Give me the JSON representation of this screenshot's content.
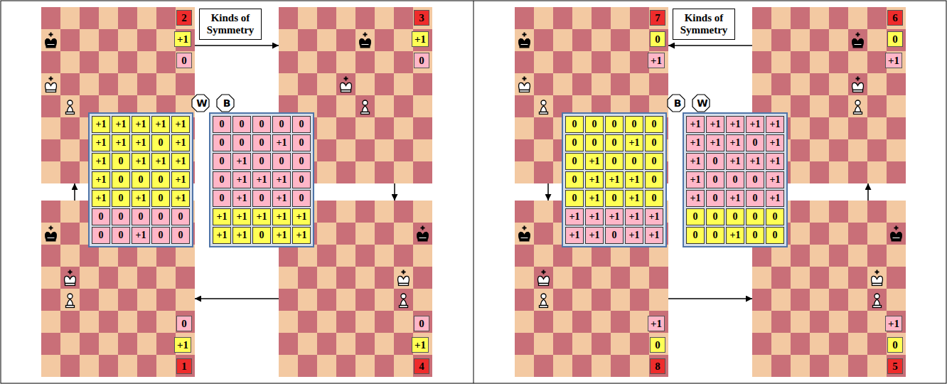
{
  "diagram": {
    "nodes": [
      {
        "text": [
          "2",
          "+1",
          "0"
        ]
      },
      {
        "text": [
          "Kinds of Symmetry"
        ]
      },
      {
        "text": [
          "3",
          "+1",
          "0"
        ]
      },
      {
        "text": [
          "W"
        ]
      },
      {
        "text": [
          "B"
        ]
      },
      {
        "text": [
          "0",
          "+1",
          "1"
        ]
      },
      {
        "text": [
          "0",
          "+1",
          "4"
        ]
      },
      {
        "text": [
          "7",
          "0",
          "+1"
        ]
      },
      {
        "text": [
          "Kinds of Symmetry"
        ]
      },
      {
        "text": [
          "6",
          "0",
          "+1"
        ]
      },
      {
        "text": [
          "B"
        ]
      },
      {
        "text": [
          "W"
        ]
      },
      {
        "text": [
          "+1",
          "0",
          "8"
        ]
      },
      {
        "text": [
          "+1",
          "0",
          "5"
        ]
      }
    ],
    "edges": [
      {
        "from": 5,
        "to": 0,
        "arrow": "to"
      },
      {
        "from": 0,
        "to": 2,
        "arrow": "to"
      },
      {
        "from": 2,
        "to": 6,
        "arrow": "to"
      },
      {
        "from": 6,
        "to": 5,
        "arrow": "to"
      },
      {
        "from": 9,
        "to": 7,
        "arrow": "to"
      },
      {
        "from": 7,
        "to": 12,
        "arrow": "to"
      },
      {
        "from": 12,
        "to": 13,
        "arrow": "to"
      },
      {
        "from": 13,
        "to": 9,
        "arrow": "to"
      }
    ],
    "labels": [
      "+1",
      "+1",
      "+1",
      "+1",
      "+1",
      "+1",
      "+1",
      "+1",
      "0",
      "+1",
      "+1",
      "0",
      "+1",
      "+1",
      "+1",
      "+1",
      "0",
      "0",
      "0",
      "+1",
      "+1",
      "0",
      "+1",
      "0",
      "+1",
      "0",
      "0",
      "0",
      "0",
      "0",
      "0",
      "0",
      "+1",
      "0",
      "0",
      "0",
      "0",
      "0",
      "0",
      "0",
      "0",
      "0",
      "0",
      "+1",
      "0",
      "0",
      "+1",
      "0",
      "0",
      "0",
      "0",
      "+1",
      "+1",
      "+1",
      "0",
      "0",
      "+1",
      "0",
      "+1",
      "0",
      "+1",
      "+1",
      "+1",
      "+1",
      "+1",
      "+1",
      "+1",
      "0",
      "+1",
      "+1",
      "0",
      "0",
      "0",
      "0",
      "0",
      "0",
      "0",
      "0",
      "+1",
      "0",
      "0",
      "+1",
      "0",
      "0",
      "0",
      "0",
      "+1",
      "+1",
      "+1",
      "0",
      "0",
      "+1",
      "0",
      "+1",
      "0",
      "+1",
      "+1",
      "+1",
      "+1",
      "+1",
      "+1",
      "+1",
      "0",
      "+1",
      "+1",
      "+1",
      "+1",
      "+1",
      "+1",
      "+1",
      "+1",
      "+1",
      "+1",
      "0",
      "+1",
      "+1",
      "0",
      "+1",
      "+1",
      "+1",
      "+1",
      "0",
      "0",
      "0",
      "+1",
      "+1",
      "0",
      "+1",
      "0",
      "+1",
      "0",
      "0",
      "0",
      "0",
      "0",
      "0",
      "0",
      "+1",
      "0",
      "0"
    ]
  }
}
